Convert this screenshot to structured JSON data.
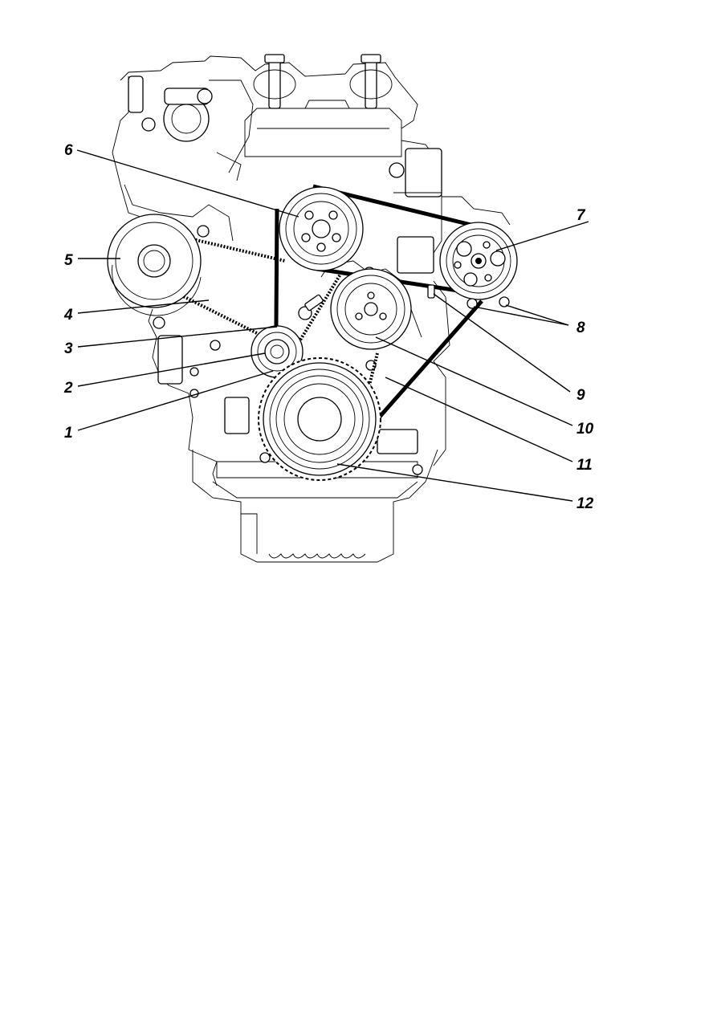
{
  "colors": {
    "line": "#000000",
    "background": "#ffffff"
  },
  "labels": [
    {
      "id": "1",
      "text": "1"
    },
    {
      "id": "2",
      "text": "2"
    },
    {
      "id": "3",
      "text": "3"
    },
    {
      "id": "4",
      "text": "4"
    },
    {
      "id": "5",
      "text": "5"
    },
    {
      "id": "6",
      "text": "6"
    },
    {
      "id": "7",
      "text": "7"
    },
    {
      "id": "8",
      "text": "8"
    },
    {
      "id": "9",
      "text": "9"
    },
    {
      "id": "10",
      "text": "10"
    },
    {
      "id": "11",
      "text": "11"
    },
    {
      "id": "12",
      "text": "12"
    }
  ]
}
